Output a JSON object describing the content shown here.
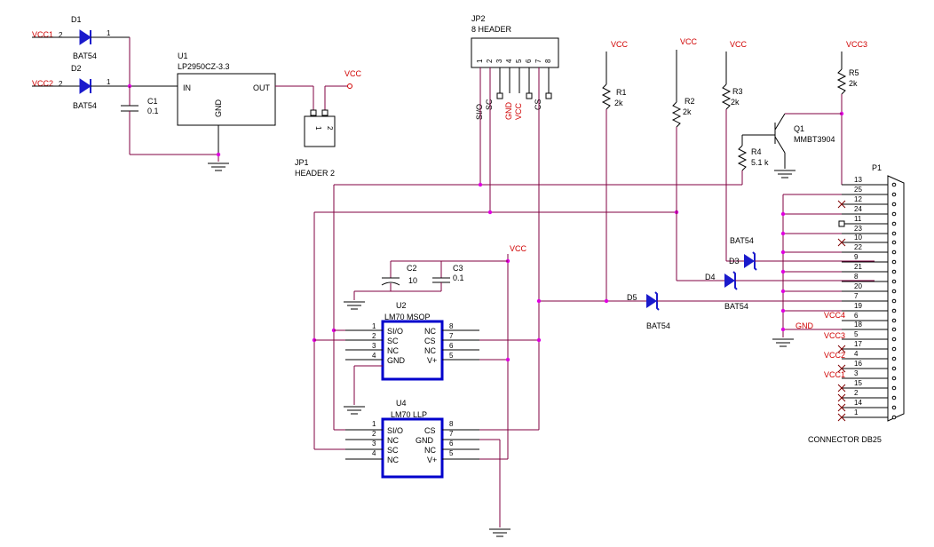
{
  "components": {
    "d1": {
      "ref": "D1",
      "part": "BAT54",
      "pin_a": "2",
      "pin_k": "1",
      "net": "VCC1"
    },
    "d2": {
      "ref": "D2",
      "part": "BAT54",
      "pin_a": "2",
      "pin_k": "1",
      "net": "VCC2"
    },
    "u1": {
      "ref": "U1",
      "part": "LP2950CZ-3.3",
      "in": "IN",
      "out": "OUT",
      "gnd": "GND"
    },
    "c1": {
      "ref": "C1",
      "value": "0.1"
    },
    "jp1": {
      "ref": "JP1",
      "part": "HEADER 2",
      "p1": "1",
      "p2": "2",
      "net": "VCC"
    },
    "jp2": {
      "ref": "JP2",
      "part": "8 HEADER",
      "pins": [
        "1",
        "2",
        "3",
        "4",
        "5",
        "6",
        "7",
        "8"
      ],
      "labels": [
        "SI/O",
        "SC",
        "GND",
        "VCC",
        "CS"
      ]
    },
    "r1": {
      "ref": "R1",
      "value": "2k",
      "net": "VCC"
    },
    "r2": {
      "ref": "R2",
      "value": "2k",
      "net": "VCC"
    },
    "r3": {
      "ref": "R3",
      "value": "2k",
      "net": "VCC"
    },
    "r4": {
      "ref": "R4",
      "value": "5.1 k"
    },
    "r5": {
      "ref": "R5",
      "value": "2k",
      "net": "VCC3"
    },
    "q1": {
      "ref": "Q1",
      "part": "MMBT3904"
    },
    "c2": {
      "ref": "C2",
      "value": "10"
    },
    "c3": {
      "ref": "C3",
      "value": "0.1"
    },
    "c_net": "VCC",
    "d3": {
      "ref": "D3",
      "part": "BAT54"
    },
    "d4": {
      "ref": "D4",
      "part": "BAT54"
    },
    "d5": {
      "ref": "D5",
      "part": "BAT54"
    },
    "u2": {
      "ref": "U2",
      "part": "LM70 MSOP",
      "left": [
        {
          "n": "1",
          "s": "SI/O"
        },
        {
          "n": "2",
          "s": "SC"
        },
        {
          "n": "3",
          "s": "NC"
        },
        {
          "n": "4",
          "s": "GND"
        }
      ],
      "right": [
        {
          "n": "8",
          "s": "NC"
        },
        {
          "n": "7",
          "s": "CS"
        },
        {
          "n": "6",
          "s": "NC"
        },
        {
          "n": "5",
          "s": "V+"
        }
      ]
    },
    "u4": {
      "ref": "U4",
      "part": "LM70 LLP",
      "left": [
        {
          "n": "1",
          "s": "SI/O"
        },
        {
          "n": "2",
          "s": "NC"
        },
        {
          "n": "3",
          "s": "SC"
        },
        {
          "n": "4",
          "s": "NC"
        }
      ],
      "right": [
        {
          "n": "8",
          "s": "CS"
        },
        {
          "n": "7",
          "s": "GND"
        },
        {
          "n": "6",
          "s": "NC"
        },
        {
          "n": "5",
          "s": "V+"
        }
      ]
    },
    "p1": {
      "ref": "P1",
      "part": "CONNECTOR DB25",
      "pins": [
        "13",
        "25",
        "12",
        "24",
        "11",
        "23",
        "10",
        "22",
        "9",
        "21",
        "8",
        "20",
        "7",
        "19",
        "6",
        "18",
        "5",
        "17",
        "4",
        "16",
        "3",
        "15",
        "2",
        "14",
        "1"
      ],
      "nets": {
        "vcc4": "VCC4",
        "gnd": "GND",
        "vcc3": "VCC3",
        "vcc2": "VCC2",
        "vcc1": "VCC1"
      }
    }
  }
}
